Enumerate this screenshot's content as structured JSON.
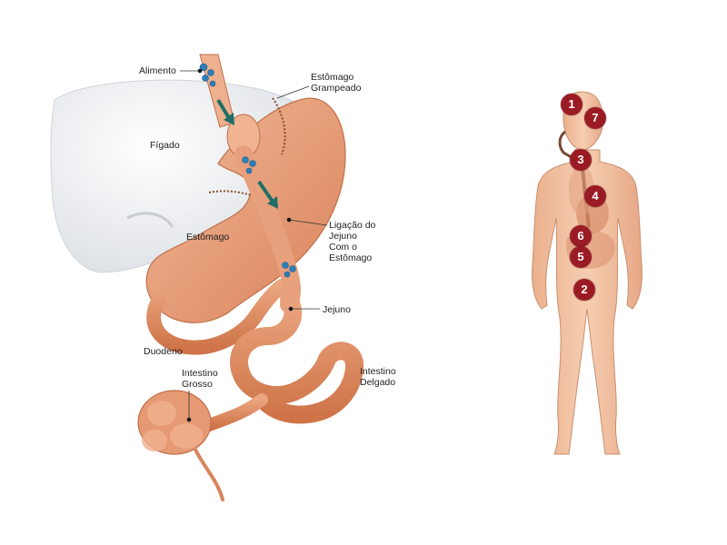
{
  "colors": {
    "badge": "#9b1b24",
    "arrow": "#1f6f66",
    "intestine": "#e2926a",
    "stomach": "#e8a07c",
    "liver": "#eef0f3",
    "body": "#f2c09f",
    "food": "#2e7fb8"
  },
  "labels": {
    "alimento": "Alimento",
    "estomago_grampeado": "Estômago\nGrampeado",
    "figado": "Fígado",
    "estomago": "Estômago",
    "ligacao": "Ligação do\nJejuno\nCom o\nEstômago",
    "jejuno": "Jejuno",
    "duodeno": "Duodeno",
    "intestino_grosso": "Intestino\nGrosso",
    "intestino_delgado": "Intestino\nDelgado"
  },
  "body_markers": [
    "1",
    "7",
    "3",
    "4",
    "6",
    "5",
    "2"
  ]
}
